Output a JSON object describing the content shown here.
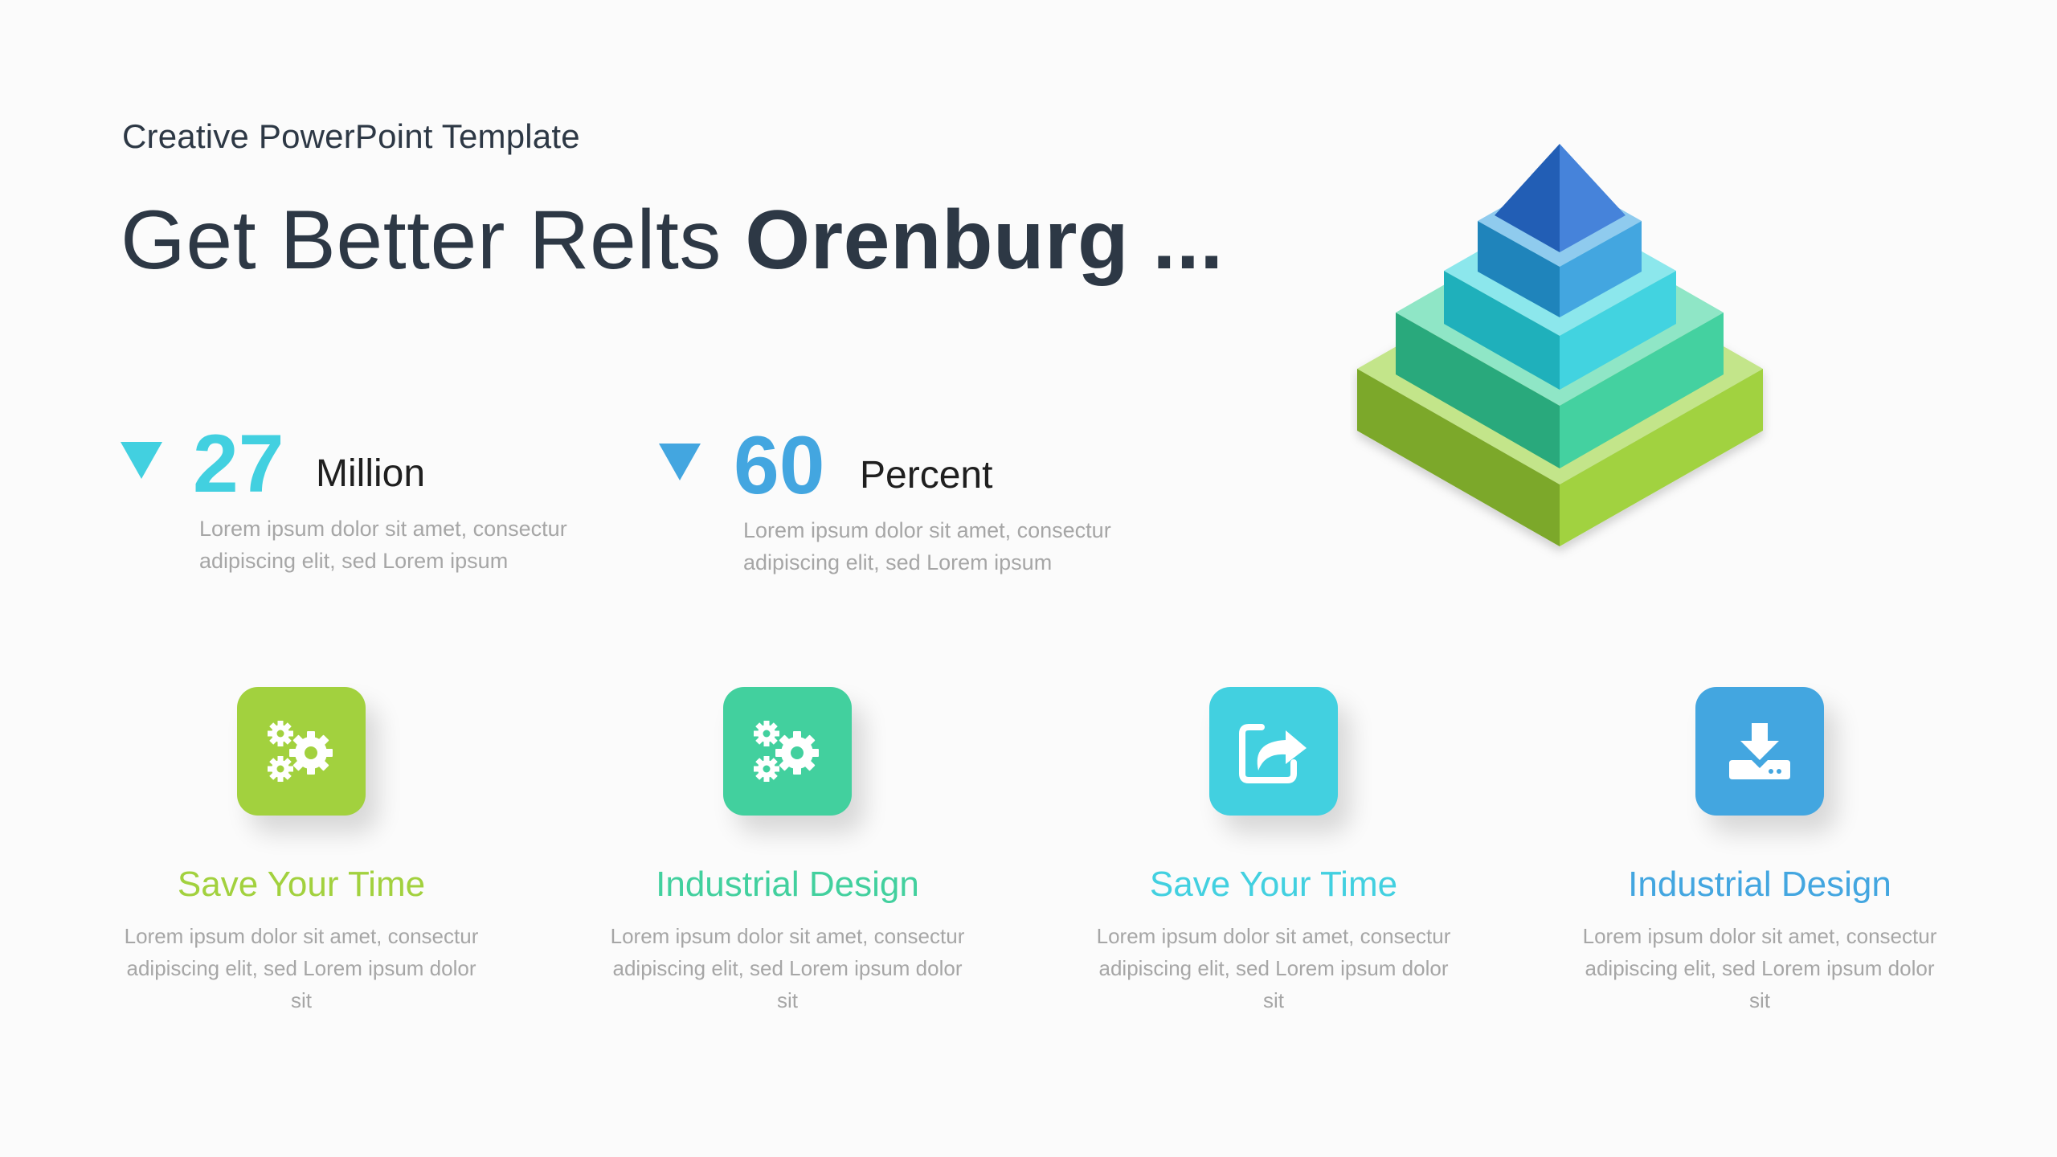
{
  "slide": {
    "background": "#fbfbfb",
    "subtitle": "Creative PowerPoint Template",
    "title": {
      "light": "Get Better Relts ",
      "bold": "Orenburg ..."
    }
  },
  "stats": [
    {
      "value": "27",
      "unit": "Million",
      "color": "#42d0e0",
      "icon": "triangle-down-icon",
      "description": "Lorem ipsum dolor sit amet, consectur adipiscing elit, sed Lorem ipsum"
    },
    {
      "value": "60",
      "unit": "Percent",
      "color": "#43a6e0",
      "icon": "triangle-down-icon",
      "description": "Lorem ipsum dolor sit amet, consectur adipiscing elit, sed Lorem ipsum"
    }
  ],
  "features": [
    {
      "title": "Save Your Time",
      "color": "#a2d13e",
      "icon": "gears-icon",
      "description": "Lorem ipsum dolor sit amet, consectur adipiscing elit, sed Lorem ipsum dolor sit"
    },
    {
      "title": "Industrial Design",
      "color": "#42d09e",
      "icon": "gears-icon",
      "description": "Lorem ipsum dolor sit amet, consectur adipiscing elit, sed Lorem ipsum dolor sit"
    },
    {
      "title": "Save Your Time",
      "color": "#42d0e0",
      "icon": "share-icon",
      "description": "Lorem ipsum dolor sit amet, consectur adipiscing elit, sed Lorem ipsum dolor sit"
    },
    {
      "title": "Industrial Design",
      "color": "#43a6e0",
      "icon": "download-icon",
      "description": "Lorem ipsum dolor sit amet, consectur adipiscing elit, sed Lorem ipsum dolor sit"
    }
  ],
  "pyramid": {
    "tiers": [
      {
        "name": "apex",
        "left": "#225eb5",
        "right": "#4683da"
      },
      {
        "name": "tier-blue",
        "top": "#8fcbee",
        "left": "#1f84bb",
        "right": "#43a6e0"
      },
      {
        "name": "tier-cyan",
        "top": "#8ce7ec",
        "left": "#1fb0bb",
        "right": "#42d3e0"
      },
      {
        "name": "tier-teal",
        "top": "#8fe6c6",
        "left": "#29a97c",
        "right": "#44d1a0"
      },
      {
        "name": "tier-green",
        "top": "#c3e58a",
        "left": "#7ba829",
        "right": "#a1d241"
      }
    ]
  }
}
